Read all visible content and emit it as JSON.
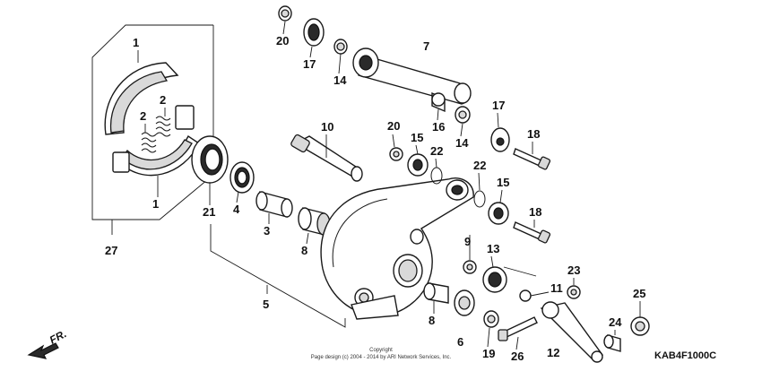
{
  "diagram": {
    "code": "KAB4F1000C",
    "copyright_line1": "Copyright",
    "copyright_line2": "Page design (c) 2004 - 2014 by ARI Network Services, Inc.",
    "direction_label": "FR.",
    "callouts": [
      {
        "id": "c1a",
        "label": "1"
      },
      {
        "id": "c1b",
        "label": "1"
      },
      {
        "id": "c2a",
        "label": "2"
      },
      {
        "id": "c2b",
        "label": "2"
      },
      {
        "id": "c3",
        "label": "3"
      },
      {
        "id": "c4",
        "label": "4"
      },
      {
        "id": "c5",
        "label": "5"
      },
      {
        "id": "c6",
        "label": "6"
      },
      {
        "id": "c7",
        "label": "7"
      },
      {
        "id": "c8a",
        "label": "8"
      },
      {
        "id": "c8b",
        "label": "8"
      },
      {
        "id": "c9",
        "label": "9"
      },
      {
        "id": "c10",
        "label": "10"
      },
      {
        "id": "c11",
        "label": "11"
      },
      {
        "id": "c12",
        "label": "12"
      },
      {
        "id": "c13",
        "label": "13"
      },
      {
        "id": "c14a",
        "label": "14"
      },
      {
        "id": "c14b",
        "label": "14"
      },
      {
        "id": "c15a",
        "label": "15"
      },
      {
        "id": "c15b",
        "label": "15"
      },
      {
        "id": "c16",
        "label": "16"
      },
      {
        "id": "c17a",
        "label": "17"
      },
      {
        "id": "c17b",
        "label": "17"
      },
      {
        "id": "c18a",
        "label": "18"
      },
      {
        "id": "c18b",
        "label": "18"
      },
      {
        "id": "c19",
        "label": "19"
      },
      {
        "id": "c20a",
        "label": "20"
      },
      {
        "id": "c20b",
        "label": "20"
      },
      {
        "id": "c21",
        "label": "21"
      },
      {
        "id": "c22a",
        "label": "22"
      },
      {
        "id": "c22b",
        "label": "22"
      },
      {
        "id": "c23",
        "label": "23"
      },
      {
        "id": "c24",
        "label": "24"
      },
      {
        "id": "c25",
        "label": "25"
      },
      {
        "id": "c26",
        "label": "26"
      },
      {
        "id": "c27",
        "label": "27"
      }
    ]
  }
}
